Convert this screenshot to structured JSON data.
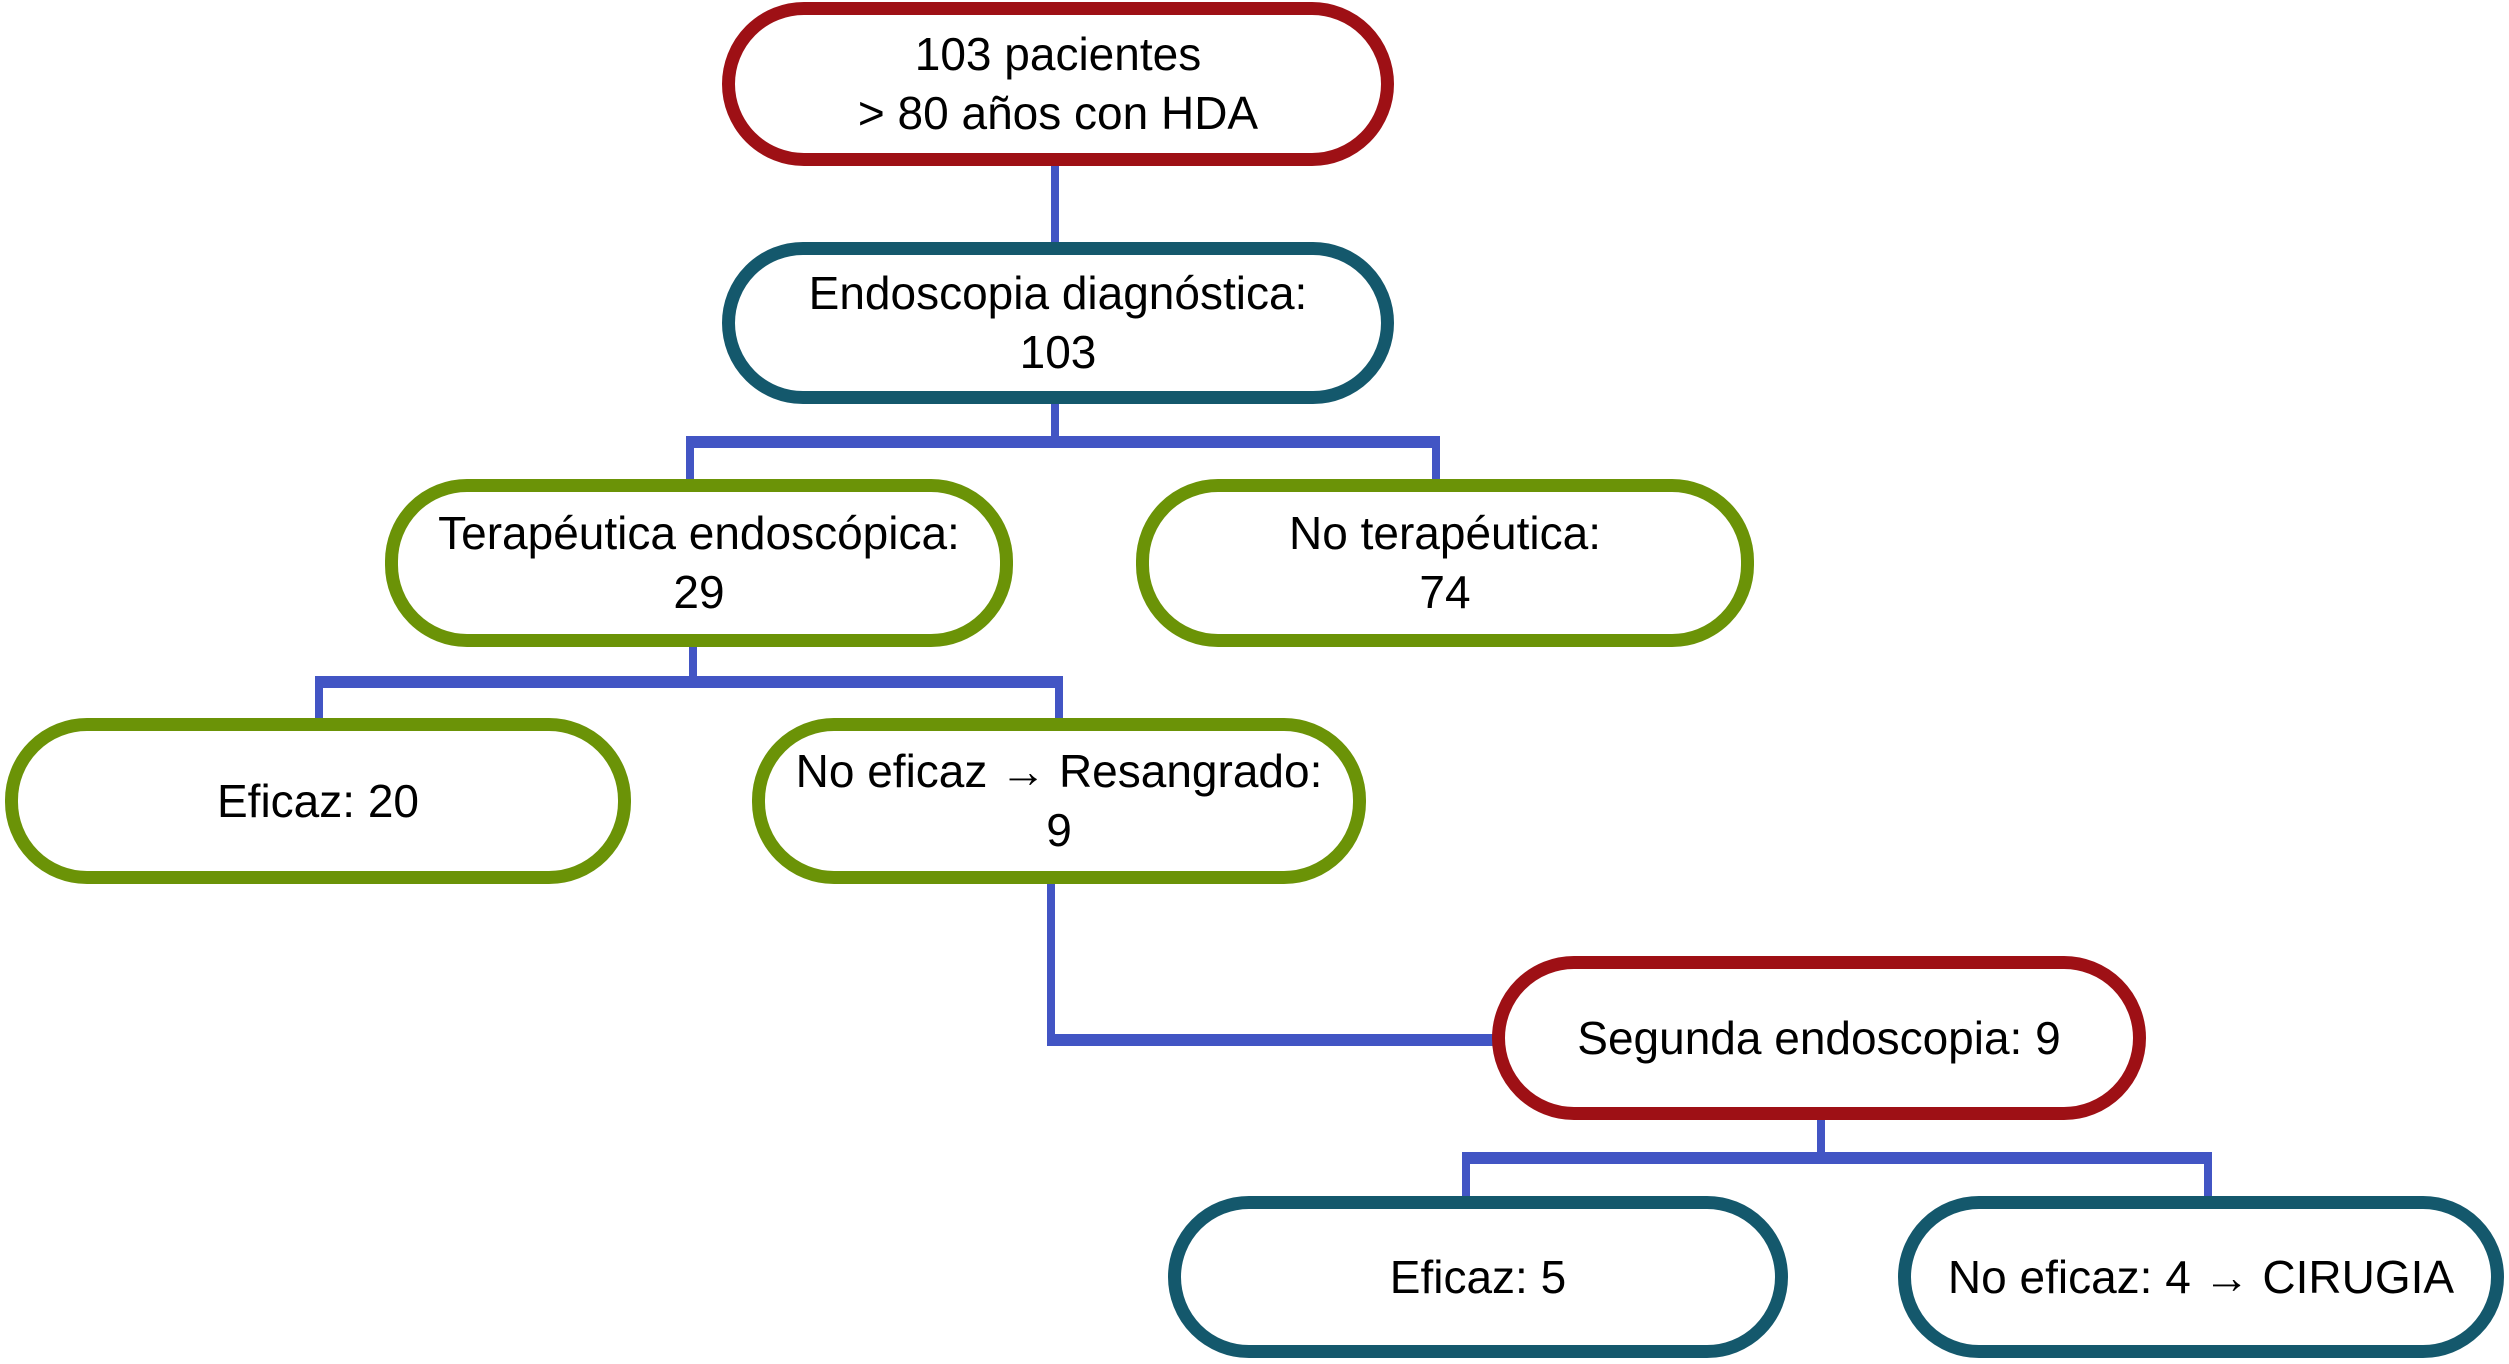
{
  "diagram": {
    "type": "flowchart",
    "language": "es",
    "topic": "Manejo endoscópico de pacientes > 80 años con HDA",
    "nodes": {
      "patients": {
        "line1": "103 pacientes",
        "line2": "> 80 años con HDA",
        "border": "red"
      },
      "diagnostic": {
        "line1": "Endoscopia diagnóstica:",
        "line2": "103",
        "border": "teal"
      },
      "therapeutic": {
        "line1": "Terapéutica endoscópica:",
        "line2": "29",
        "border": "green"
      },
      "non_therapeutic": {
        "line1": "No terapéutica:",
        "line2": "74",
        "border": "green"
      },
      "effective_1": {
        "line1": "Eficaz: 20",
        "border": "green"
      },
      "rebleed": {
        "line1": "No eficaz → Resangrado:",
        "line2": "9",
        "border": "green"
      },
      "second_endo": {
        "line1": "Segunda endoscopia: 9",
        "border": "red"
      },
      "effective_2": {
        "line1": "Eficaz: 5",
        "border": "teal"
      },
      "surgery": {
        "line1": "No eficaz: 4 → CIRUGIA",
        "border": "teal"
      }
    },
    "edges": [
      "patients -> diagnostic",
      "diagnostic -> therapeutic",
      "diagnostic -> non_therapeutic",
      "therapeutic -> effective_1",
      "therapeutic -> rebleed",
      "rebleed -> second_endo",
      "second_endo -> effective_2",
      "second_endo -> surgery"
    ]
  },
  "palette": {
    "red": "#9e1015",
    "teal": "#14586c",
    "green": "#6b9307",
    "connector_blue": "#4255c4",
    "text": "#000000",
    "background": "#ffffff"
  }
}
